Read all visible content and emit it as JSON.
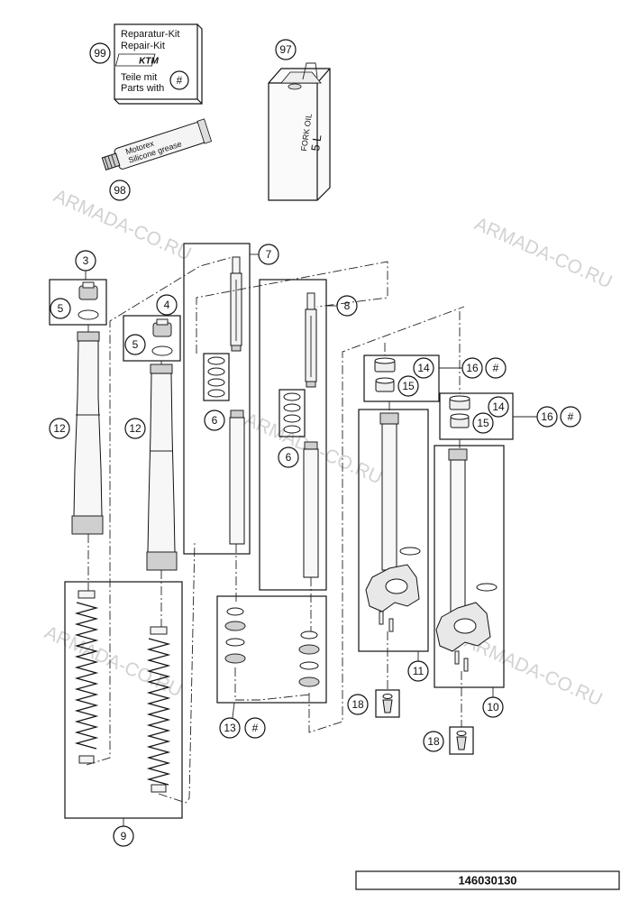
{
  "watermarks": [
    "ARMADA-CO.RU",
    "ARMADA-CO.RU",
    "ARMADA-CO.RU",
    "ARMADA-CO.RU",
    "ARMADA-CO.RU"
  ],
  "repair_kit": {
    "line1": "Reparatur-Kit",
    "line2": "Repair-Kit",
    "brand": "KTM",
    "line3": "Teile mit",
    "line4": "Parts with",
    "symbol": "#"
  },
  "oil_can": {
    "label": "FORK OIL",
    "volume": "5 L"
  },
  "grease_tube": {
    "brand": "Motorex",
    "label": "Silicone grease"
  },
  "callouts": {
    "c97": "97",
    "c98": "98",
    "c99": "99",
    "c3": "3",
    "c4": "4",
    "c5a": "5",
    "c5b": "5",
    "c6a": "6",
    "c6b": "6",
    "c7": "7",
    "c8": "8",
    "c9": "9",
    "c10": "10",
    "c11": "11",
    "c12a": "12",
    "c12b": "12",
    "c13": "13",
    "c13hash": "#",
    "c14a": "14",
    "c14b": "14",
    "c15a": "15",
    "c15b": "15",
    "c16a": "16",
    "c16hash_a": "#",
    "c16b": "16",
    "c16hash_b": "#",
    "c18a": "18",
    "c18b": "18"
  },
  "footer": {
    "code": "146030130"
  }
}
